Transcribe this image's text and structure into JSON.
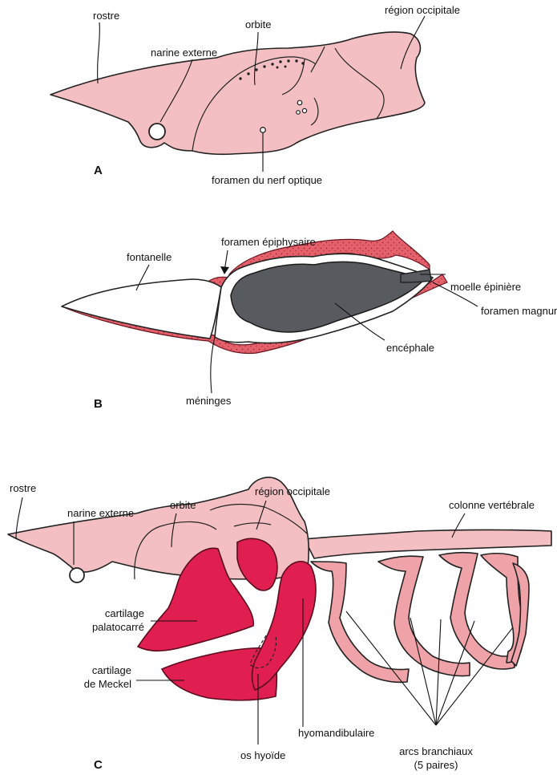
{
  "colors": {
    "cartilage": "#f3bfc3",
    "arch": "#efa3a8",
    "highlight": "#e01e4f",
    "meninges_tissue": "#e4606b",
    "brain": "#575a5e",
    "outline": "#222222"
  },
  "panel_a": {
    "letter": "A",
    "labels": {
      "rostre": "rostre",
      "narine": "narine externe",
      "orbite": "orbite",
      "occipital": "région occipitale",
      "foramen_optique": "foramen du nerf optique"
    }
  },
  "panel_b": {
    "letter": "B",
    "labels": {
      "fontanelle": "fontanelle",
      "foramen_epiphysaire": "foramen épiphysaire",
      "moelle": "moelle épinière",
      "foramen_magnum": "foramen magnum",
      "encephale": "encéphale",
      "meninges": "méninges"
    }
  },
  "panel_c": {
    "letter": "C",
    "labels": {
      "rostre": "rostre",
      "narine": "narine externe",
      "orbite": "orbite",
      "occipital": "région occipitale",
      "colonne": "colonne vertébrale",
      "palatocarre_1": "cartilage",
      "palatocarre_2": "palatocarré",
      "meckel_1": "cartilage",
      "meckel_2": "de Meckel",
      "hyomandibulaire": "hyomandibulaire",
      "os_hyoide": "os hyoïde",
      "arcs_1": "arcs branchiaux",
      "arcs_2": "(5 paires)"
    }
  }
}
